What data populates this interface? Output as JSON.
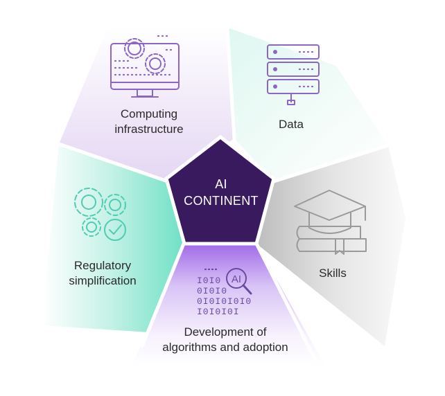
{
  "center": {
    "line1": "AI",
    "line2": "CONTINENT"
  },
  "segments": [
    {
      "id": "computing",
      "line1": "Computing",
      "line2": "infrastructure",
      "icon": "monitor-gears-icon"
    },
    {
      "id": "data",
      "line1": "Data",
      "line2": "",
      "icon": "server-rack-icon"
    },
    {
      "id": "skills",
      "line1": "Skills",
      "line2": "",
      "icon": "graduation-cap-books-icon"
    },
    {
      "id": "development",
      "line1": "Development of",
      "line2": "algorithms and adoption",
      "icon": "ai-binary-magnifier-icon"
    },
    {
      "id": "regulatory",
      "line1": "Regulatory",
      "line2": "simplification",
      "icon": "gears-checkmark-icon"
    }
  ],
  "colors": {
    "center": "#3a1a5e",
    "purple": "#8a5cc8",
    "lavender": "#e7dcf4",
    "mint": "#9fe9d8",
    "gray": "#d2d2d2",
    "violet": "#a779e9",
    "icon_stroke": "#8b65c8",
    "icon_mint": "#4fcdb3",
    "icon_gray": "#9a9a9a"
  }
}
